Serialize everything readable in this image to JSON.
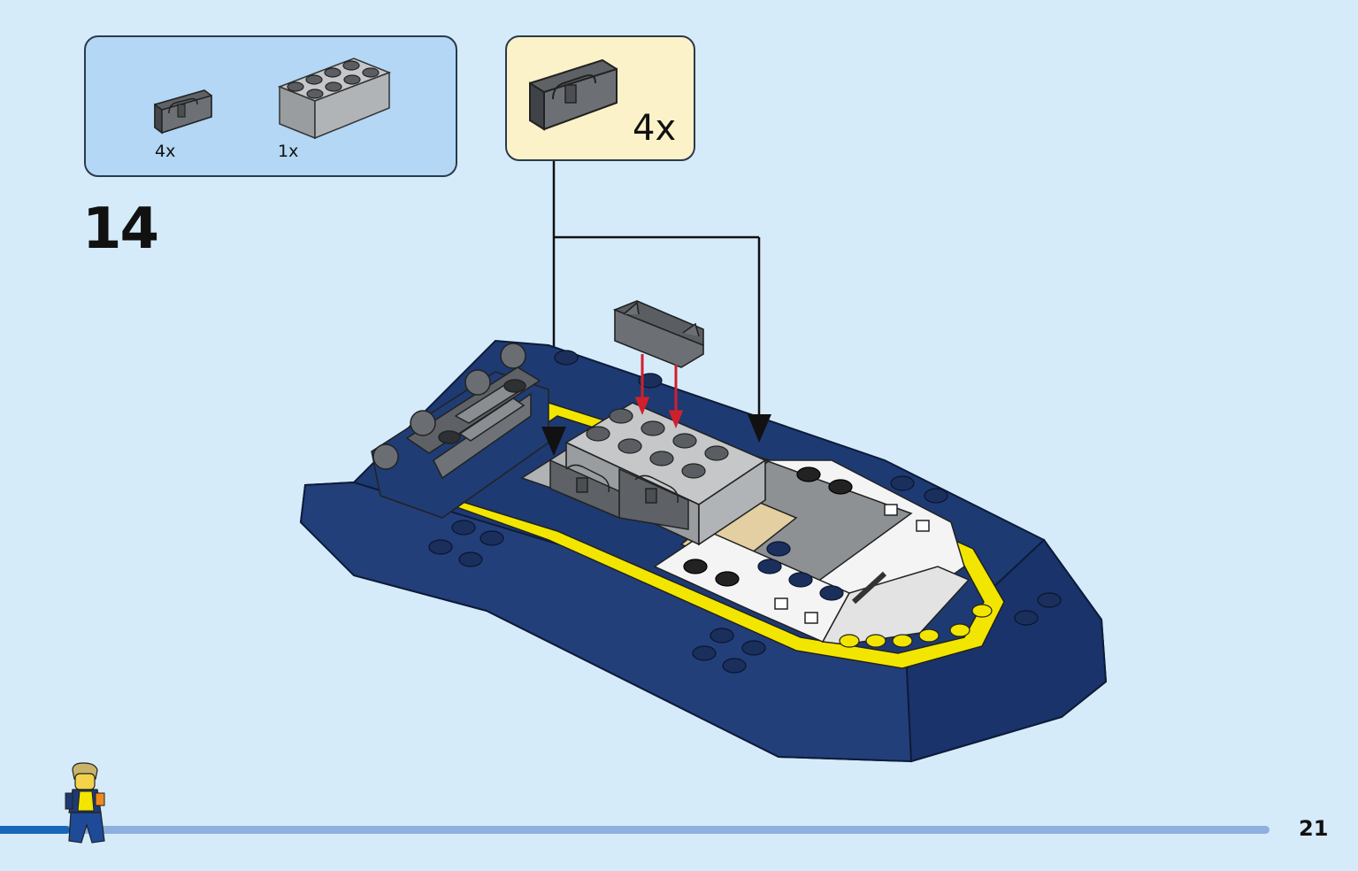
{
  "step": {
    "number": "14"
  },
  "parts_list": {
    "items": [
      {
        "name": "dark-gray-clip-bracket",
        "count": "4x"
      },
      {
        "name": "light-gray-brick-2x4",
        "count": "1x"
      }
    ]
  },
  "callout": {
    "count": "4x"
  },
  "page": {
    "number": "21",
    "progress": 0.055
  },
  "colors": {
    "background": "#d5ebfa",
    "parts_box": "#b3d7f5",
    "callout_box": "#fcf2c9",
    "boat_blue": "#1e3a72",
    "boat_yellow": "#f2e600",
    "dark_gray": "#5e6266",
    "light_gray": "#a6a9ab",
    "white": "#f4f4f4",
    "tan": "#e4cfa2",
    "arrow_red": "#d0202c",
    "progress_fill": "#1a66b8",
    "progress_track": "#8eb0df"
  }
}
